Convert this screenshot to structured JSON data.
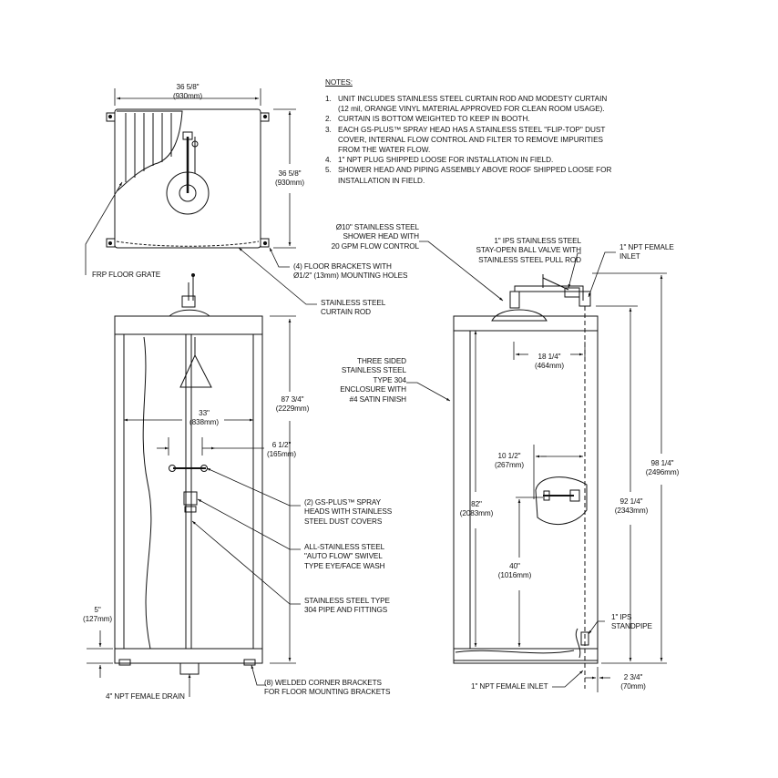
{
  "notes": {
    "title": "NOTES:",
    "items": [
      {
        "num": "1.",
        "lines": [
          "UNIT INCLUDES STAINLESS STEEL CURTAIN ROD AND MODESTY CURTAIN",
          "(12 mil, ORANGE VINYL MATERIAL APPROVED FOR CLEAN ROOM USAGE)."
        ]
      },
      {
        "num": "2.",
        "lines": [
          "CURTAIN IS BOTTOM WEIGHTED TO KEEP IN BOOTH."
        ]
      },
      {
        "num": "3.",
        "lines": [
          "EACH GS-PLUS™ SPRAY HEAD HAS A STAINLESS STEEL \"FLIP-TOP\" DUST",
          "COVER, INTERNAL FLOW CONTROL AND FILTER TO REMOVE IMPURITIES",
          "FROM THE WATER FLOW."
        ]
      },
      {
        "num": "4.",
        "lines": [
          "1\" NPT PLUG SHIPPED LOOSE FOR INSTALLATION IN FIELD."
        ]
      },
      {
        "num": "5.",
        "lines": [
          "SHOWER HEAD AND PIPING ASSEMBLY ABOVE ROOF SHIPPED LOOSE FOR",
          "INSTALLATION IN FIELD."
        ]
      }
    ]
  },
  "top_view": {
    "width_dim": [
      "36 5/8\"",
      "(930mm)"
    ],
    "depth_dim": [
      "36 5/8\"",
      "(930mm)"
    ],
    "floor_grate": "FRP FLOOR GRATE",
    "floor_brackets": [
      "(4) FLOOR BRACKETS WITH",
      "Ø1/2\" (13mm) MOUNTING HOLES"
    ],
    "curtain_rod": [
      "STAINLESS STEEL",
      "CURTAIN ROD"
    ]
  },
  "front_view": {
    "height_dim": [
      "87 3/4\"",
      "(2229mm)"
    ],
    "width_dim": [
      "33\"",
      "(838mm)"
    ],
    "offset_dim": [
      "6 1/2\"",
      "(165mm)"
    ],
    "base_dim": [
      "5\"",
      "(127mm)"
    ],
    "spray_heads": [
      "(2) GS-PLUS™ SPRAY",
      "HEADS WITH STAINLESS",
      "STEEL DUST COVERS"
    ],
    "swivel": [
      "ALL-STAINLESS STEEL",
      "\"AUTO FLOW\" SWIVEL",
      "TYPE EYE/FACE WASH"
    ],
    "pipe": [
      "STAINLESS STEEL TYPE",
      "304 PIPE AND FITTINGS"
    ],
    "drain": "4\" NPT FEMALE DRAIN",
    "corner_brackets": [
      "(8) WELDED CORNER BRACKETS",
      "FOR FLOOR MOUNTING BRACKETS"
    ]
  },
  "side_view": {
    "shower_head": [
      "Ø10\" STAINLESS STEEL",
      "SHOWER HEAD WITH",
      "20 GPM FLOW CONTROL"
    ],
    "ball_valve": [
      "1\" IPS STAINLESS STEEL",
      "STAY-OPEN BALL VALVE WITH",
      "STAINLESS STEEL PULL ROD"
    ],
    "inlet_top": [
      "1\" NPT FEMALE",
      "INLET"
    ],
    "enclosure": [
      "THREE SIDED",
      "STAINLESS STEEL",
      "TYPE 304",
      "ENCLOSURE WITH",
      "#4 SATIN FINISH"
    ],
    "head_offset": [
      "18 1/4\"",
      "(464mm)"
    ],
    "eyewash_offset": [
      "10 1/2\"",
      "(267mm)"
    ],
    "height_82": [
      "82\"",
      "(2083mm)"
    ],
    "height_40": [
      "40\"",
      "(1016mm)"
    ],
    "height_92": [
      "92 1/4\"",
      "(2343mm)"
    ],
    "height_98": [
      "98 1/4\"",
      "(2496mm)"
    ],
    "standpipe": [
      "1\" IPS",
      "STANDPIPE"
    ],
    "inlet_bottom": "1\" NPT FEMALE INLET",
    "inlet_offset": [
      "2 3/4\"",
      "(70mm)"
    ]
  }
}
